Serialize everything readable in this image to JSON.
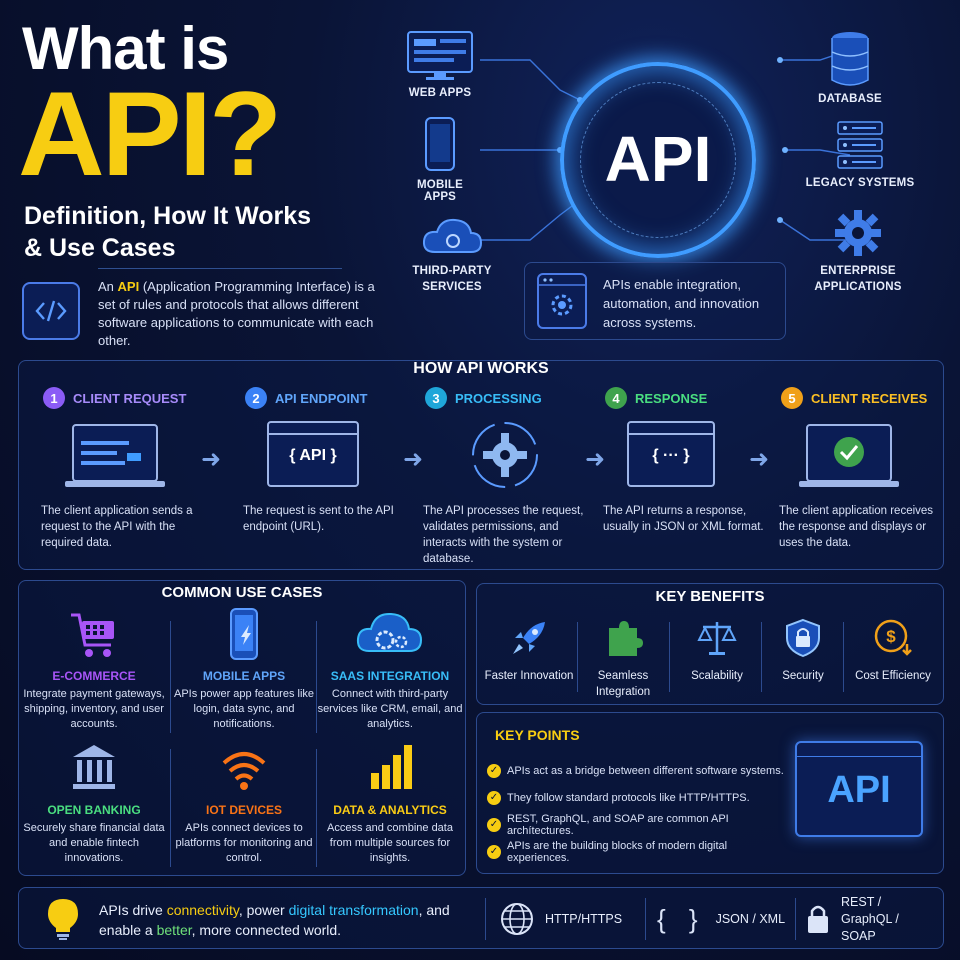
{
  "hero": {
    "title_line1": "What is",
    "title_line2": "API?",
    "subtitle_line1": "Definition, How It Works",
    "subtitle_line2": "& Use Cases",
    "definition_prefix": "An",
    "definition_highlight": "API",
    "definition_rest": "(Application Programming Interface) is a set of rules and protocols that allows different software applications to communicate with each other."
  },
  "hub": {
    "center_label": "API",
    "left_nodes": [
      "WEB APPS",
      "MOBILE APPS",
      "THIRD-PARTY SERVICES"
    ],
    "right_nodes": [
      "DATABASE",
      "LEGACY SYSTEMS",
      "ENTERPRISE APPLICATIONS"
    ],
    "info_text": "APIs enable integration, automation, and innovation across systems."
  },
  "how": {
    "title": "HOW API WORKS",
    "steps": [
      {
        "num": "1",
        "label": "CLIENT REQUEST",
        "desc": "The client application sends a request to the API with the required data.",
        "color": "#8b5cf6"
      },
      {
        "num": "2",
        "label": "API ENDPOINT",
        "desc": "The request is sent to the API endpoint (URL).",
        "color": "#3b82f6"
      },
      {
        "num": "3",
        "label": "PROCESSING",
        "desc": "The API processes the request, validates permissions, and interacts with the system or database.",
        "color": "#1fa6d9"
      },
      {
        "num": "4",
        "label": "RESPONSE",
        "desc": "The API returns a response, usually in JSON or XML format.",
        "color": "#3fa34d"
      },
      {
        "num": "5",
        "label": "CLIENT RECEIVES",
        "desc": "The client application receives the response and displays or uses the data.",
        "color": "#f0a019"
      }
    ],
    "endpoint_icon_text": "{ API }",
    "response_icon_text": "{ ··· }"
  },
  "use_cases": {
    "title": "COMMON USE CASES",
    "items": [
      {
        "title": "E-COMMERCE",
        "desc": "Integrate payment gateways, shipping, inventory, and user accounts.",
        "color": "#a855f7",
        "icon": "cart-icon"
      },
      {
        "title": "MOBILE APPS",
        "desc": "APIs power app features like login, data sync, and notifications.",
        "color": "#3b82f6",
        "icon": "phone-icon"
      },
      {
        "title": "SAAS INTEGRATION",
        "desc": "Connect with third-party services like CRM, email, and analytics.",
        "color": "#38bdf8",
        "icon": "cloud-gear-icon"
      },
      {
        "title": "OPEN BANKING",
        "desc": "Securely share financial data and enable fintech innovations.",
        "color": "#4ade80",
        "icon": "bank-icon"
      },
      {
        "title": "IOT DEVICES",
        "desc": "APIs connect devices to platforms for monitoring and control.",
        "color": "#f97316",
        "icon": "wifi-icon"
      },
      {
        "title": "DATA & ANALYTICS",
        "desc": "Access and combine data from multiple sources for insights.",
        "color": "#facc15",
        "icon": "bar-chart-icon"
      }
    ]
  },
  "benefits": {
    "title": "KEY BENEFITS",
    "items": [
      {
        "label": "Faster Innovation",
        "icon": "rocket-icon"
      },
      {
        "label": "Seamless Integration",
        "icon": "puzzle-icon"
      },
      {
        "label": "Scalability",
        "icon": "scale-icon"
      },
      {
        "label": "Security",
        "icon": "shield-lock-icon"
      },
      {
        "label": "Cost Efficiency",
        "icon": "coin-icon"
      }
    ]
  },
  "key_points": {
    "title": "KEY POINTS",
    "items": [
      "APIs act as a bridge between different software systems.",
      "They follow standard protocols like HTTP/HTTPS.",
      "REST, GraphQL, and SOAP are common API archítectures.",
      "APIs are the building blocks of modern digital experiences."
    ],
    "window_label": "API"
  },
  "footer": {
    "text_1": "APIs drive ",
    "hl_1": "connectivity",
    "text_2": ", power ",
    "hl_2": "digital transformation",
    "text_3": ", and enable a ",
    "hl_3": "better",
    "text_4": ", more connected world.",
    "protocol_1": "HTTP/HTTPS",
    "protocol_2": "JSON / XML",
    "protocol_3": "REST / GraphQL / SOAP"
  },
  "colors": {
    "accent_yellow": "#f7cd12",
    "accent_blue": "#3f9cff",
    "background": "#0a1436"
  }
}
